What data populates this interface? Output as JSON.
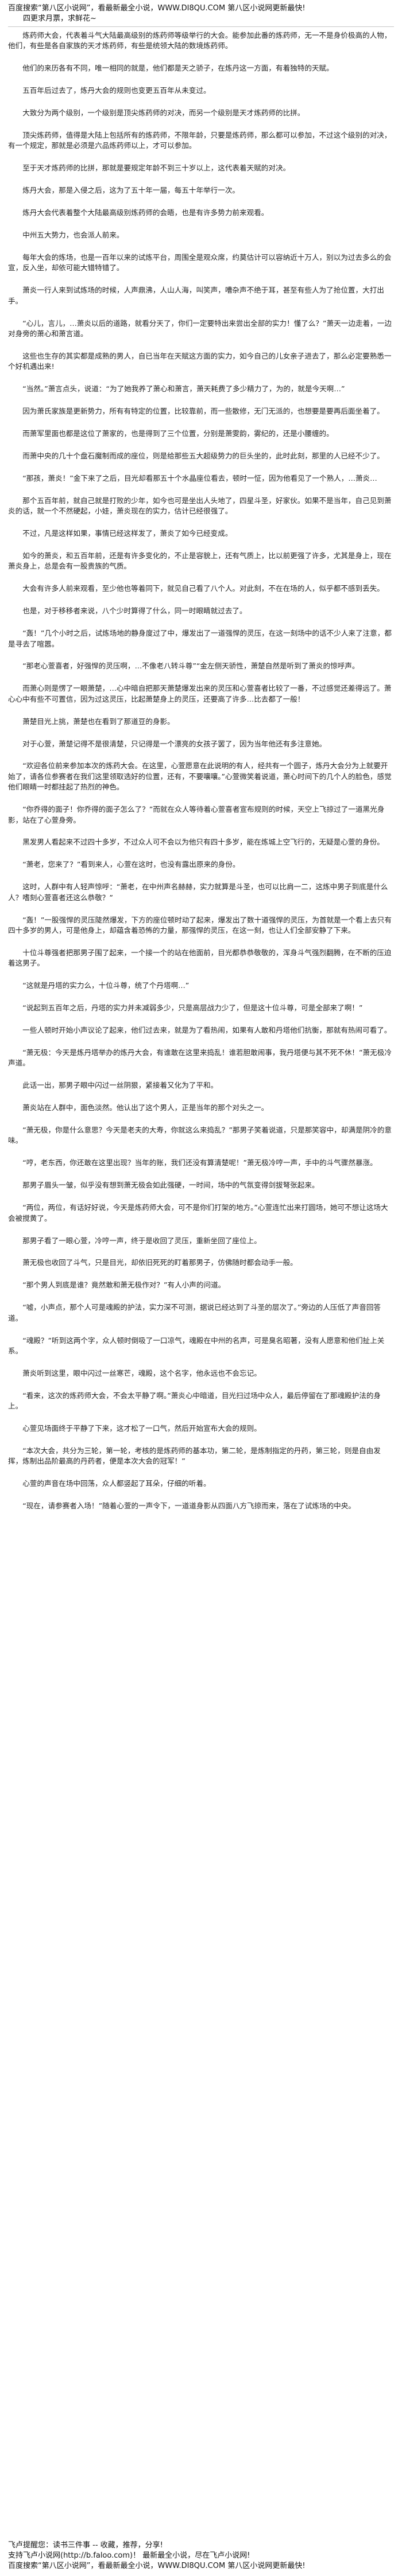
{
  "header": {
    "text": "百度搜索“第八区小说网”，看最新最全小说，WWW.DI8QU.COM  第八区小说网更新最快!"
  },
  "chapter_title": "四更求月票，求鲜花~",
  "paragraphs": [
    "炼药师大会，代表着斗气大陆最高级别的炼药师等级举行的大会。能参加此番的炼药师，无一不是身价极高的人物，他们，有些是各自家族的天才炼药师，有些是统领大陆的数境炼药师。",
    "他们的来历各有不同，唯一相同的就是，他们都是天之骄子，在炼丹这一方面，有着独特的天赋。",
    "五百年后过去了，炼丹大会的规则也变更五百年从未变过。",
    "大致分为两个级别，一个级别是顶尖炼药师的对决，而另一个级别是天才炼药师的比拼。",
    "顶尖炼药师，值得是大陆上包括所有的炼药师，不限年龄，只要是炼药师，那么都可以参加，不过这个级别的对决，有一个规定，那就是必须是六品炼药师以上，才可以参加。",
    "至于天才炼药师的比拼，那就是要规定年龄不到三十岁以上，这代表着天赋的对决。",
    "炼丹大会，那是入侵之后，这为了五十年一届，每五十年举行一次。",
    "炼丹大会代表着整个大陆最高级别炼药师的会晤，也是有许多势力前来观看。",
    "中州五大势力，也会派人前来。",
    "每年大会的炼场，也是一百年以来的试炼平台，周围全是观众席，约莫估计可以容纳近十万人，别以为过去多么的会宣，反入坐，却依可能大错特错了。",
    "萧炎一行人来到试炼场的时候，人声鼎沸，人山人海，叫笑声，嘈杂声不绝于耳，甚至有些人为了抢位置，大打出手。",
    "“心儿，言儿，…萧炎以后的道路，就看分天了，你们一定要特出来尝出全部的实力！懂了么？”萧天一边走着，一边对身旁的萧心和萧言道。",
    "这些也生存的其实都是成熟的男人，自已当年在天赋这方面的实力，如今自己的儿女亲子进去了，那么必定要熟悉一个好机遇出来!",
    "“当然。”萧言点头，说道：“为了她我养了萧心和萧言，萧天耗费了多少精力了，为的，就是今天啊…”",
    "因为萧氏家族是更新势力，所有有特定的位置，比较靠前，而一些散修，无门无派的，也想要是要再后面坐着了。",
    "而萧军里面也都是这位了萧家的，也是得到了三个位置，分别是萧雯韵，雾纪的，还是小腰缠的。",
    "而萧中央的几十个盘石魔制而成的座位，则是给那些五大超级势力的巨头坐的，此时此刻，那里的人已经不少了。",
    "“那孩，萧炎！”金下来了之后，目光却看那五十个水晶座位看去，顿时一怔，因为他看见了一个熟人，…萧炎…",
    "那个五百年前，就自己就是打败的少年，如今也可是坐出人头地了，四星斗圣，好家伙。如果不是当年，自己见到萧炎的话，就一个不然硬起，小娃，萧炎现在的实力，估计已经很强了。",
    "不过，凡是这样如果，事情已经这样发了，萧炎了如今已经变成。",
    "如今的萧炎，和五百年前，还是有许多变化的，不止是容貌上，还有气质上，比以前更强了许多，尤其是身上，现在萧炎身上，总是会有一股贵族的气质。",
    "大会有许多人前来观看，至少他也等着同下，就见自己看了八个人。对此刻，不在在场的人，似乎都不感到丢失。",
    "也是，对于移移者来说，八个少时算得了什么，同一时眼睛就过去了。",
    "“轰！”几个小时之后，试炼场地的静身度过了中，爆发出了一道强悍的灵压，在这一刻场中的话不少人来了注意，都是寻去了喧嚣。",
    "“那老心萱喜者，好强悍的灵压啊，…不像老八转斗尊”“金左侧天骄性，萧楚自然是听到了萧炎的惊呼声。",
    "而萧心则是愣了一眼萧楚，…心中暗自把那天萧楚爆发出来的灵压和心萱喜者比较了一番，不过感觉还差得远了。萧心心中有些不可置信，因为过这灵压，比起萧楚身上的灵压，还要高了许多…比去都了一般！",
    "萧楚目光上挑，萧楚也在看到了那道豆的身影。",
    "对于心萱，萧楚记得不是很清楚，只记得是一个漂亮的女孩子罢了，因为当年他还有多注意她。",
    "“欢迎各位前来参加本次的炼药大会。在这里，心萱愿意在此说明的有人，经共有一个圆子，炼丹大会分为上就要开始了，请各位参赛者在我们这里领取选好的位置，还有，不要嚷嚷。”心萱微笑着说道，萧心时间下的几个人的脸色，感觉他们眼睛一时都挂起了热烈的神色。",
    "“你乔得的面子！你乔得的面子怎么了？”而就在众人等待着心萱喜者宣布规则的时候，天空上飞掠过了一道黑光身影，站在了心萱身旁。",
    "黑发男人看起来不过四十多岁，不过众人可不会以为他只有四十多岁，能在炼城上空飞行的，无疑是心萱的身份。",
    "“萧老，您来了？”看到来人，心萱在这时，也没有露出原来的身份。",
    "这时，人群中有人轻声惊呼：“萧老，在中州声名赫赫，实力就算是斗圣，也可以比肩一二，这炼中男子到底是什么人？嗜刻心萱喜者还这么恭敬？”",
    "“轰！”一股强悍的灵压陡然爆发，下方的座位顿时动了起来，爆发出了数十道强悍的灵压，为首就是一个看上去只有四十多岁的男人，可是他身上，却蕴含着恐怖的力量，那强悍的灵压，在这一刻，也让人们全部安静了下来。",
    "十位斗尊强者把那男子围了起来，一个接一个的站在他面前，目光都恭恭敬敬的，浑身斗气强烈翻腾，在不断的压迫着这男子。",
    "“这就是丹塔的实力么，十位斗尊，统了个丹塔啊…”",
    "“说起到五百年之后，丹塔的实力并未减弱多少，只是高层战力少了，但是这十位斗尊，可是全部来了啊！”",
    "一些人顿时开始小声议论了起来，他们过去来，就是为了看热闹，如果有人敢和丹塔他们抗衡，那就有热闹可看了。",
    "“萧无极：今天是炼丹塔举办的炼丹大会，有谁敢在这里来捣乱！谁若胆敢闹事，我丹塔便与其不死不休！”萧无极冷声道。",
    "此话一出，那男子眼中闪过一丝阴狠，紧接着又化为了平和。",
    "萧炎站在人群中，面色淡然。他认出了这个男人，正是当年的那个对头之一。",
    "“萧无极，你是什么意思？今天是老夫的大寿，你就这么来捣乱？”那男子笑着说道，只是那笑容中，却满是阴冷的意味。",
    "“哼，老东西，你还敢在这里出现？当年的账，我们还没有算清楚呢！”萧无极冷哼一声，手中的斗气骤然暴涨。",
    "那男子眉头一皱，似乎没有想到萧无极会如此强硬，一时间，场中的气氛变得剑拔弩张起来。",
    "“两位，两位，有话好好说，今天是炼药师大会，可不是你们打架的地方。”心萱连忙出来打圆场，她可不想让这场大会被搅黄了。",
    "那男子看了一眼心萱，冷哼一声，终于是收回了灵压，重新坐回了座位上。",
    "萧无极也收回了斗气，只是目光，却依旧死死的盯着那男子，仿佛随时都会动手一般。",
    "“那个男人到底是谁？竟然敢和萧无极作对？”有人小声的问道。",
    "“嘘，小声点，那个人可是魂殿的护法，实力深不可测，据说已经达到了斗圣的层次了。”旁边的人压低了声音回答道。",
    "“魂殿？”听到这两个字，众人顿时倒吸了一口凉气，魂殿在中州的名声，可是臭名昭著，没有人愿意和他们扯上关系。",
    "萧炎听到这里，眼中闪过一丝寒芒，魂殿，这个名字，他永远也不会忘记。",
    "“看来，这次的炼药师大会，不会太平静了啊。”萧炎心中暗道，目光扫过场中众人，最后停留在了那魂殿护法的身上。",
    "心萱见场面终于平静了下来，这才松了一口气，然后开始宣布大会的规则。",
    "“本次大会，共分为三轮，第一轮，考核的是炼药师的基本功，第二轮，是炼制指定的丹药，第三轮，则是自由发挥，炼制出品阶最高的丹药者，便是本次大会的冠军！”",
    "心萱的声音在场中回荡，众人都竖起了耳朵，仔细的听着。",
    "“现在，请参赛者入场！”随着心萱的一声令下，一道道身影从四面八方飞掠而来，落在了试炼场的中央。"
  ],
  "footer": {
    "lines": [
      "飞卢提醒您：读书三件事 -- 收藏，推荐，分享!",
      "支持飞卢小说网(http://b.faloo.com)！ 最新最全小说，尽在飞卢小说网!",
      "百度搜索“第八区小说网”，看最新最全小说，WWW.DI8QU.COM  第八区小说网更新最快!"
    ]
  }
}
